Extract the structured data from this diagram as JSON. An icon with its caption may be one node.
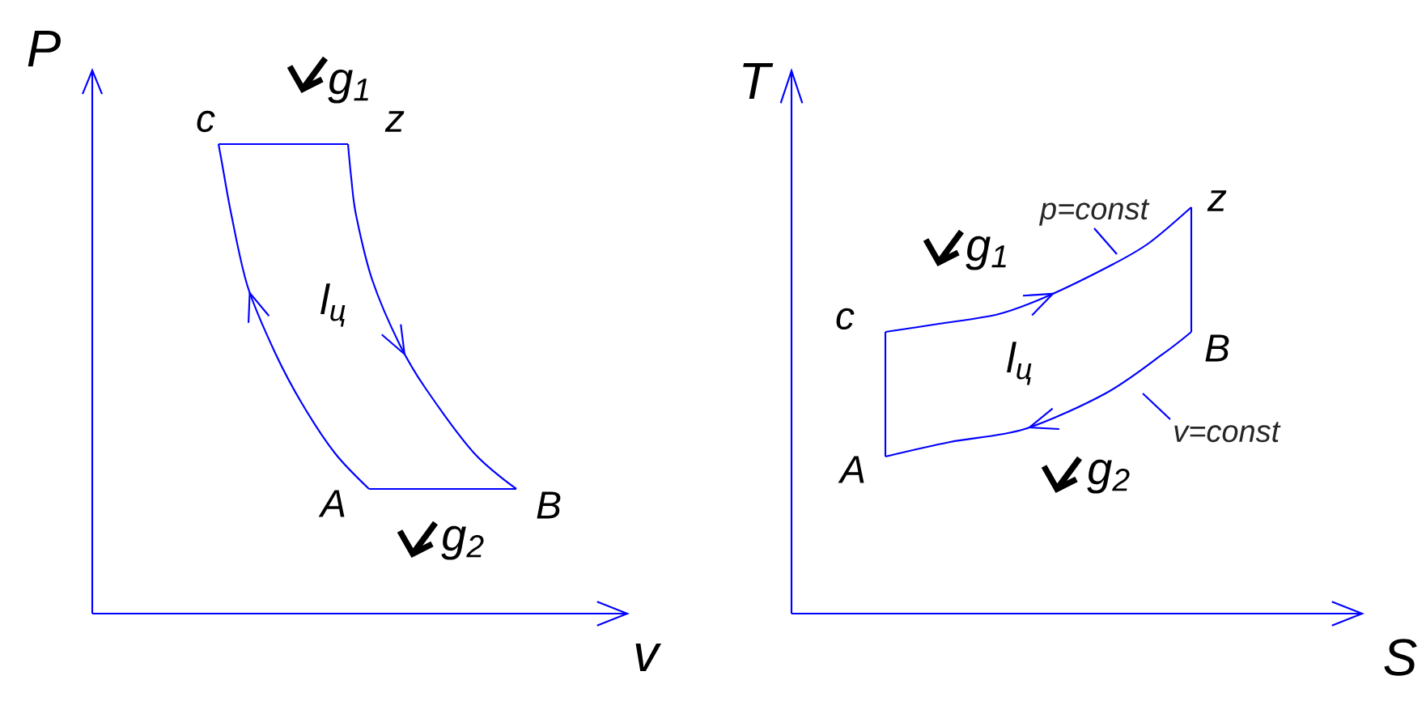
{
  "diagram": {
    "nodes": [
      {
        "text": [
          "p=const"
        ]
      },
      {
        "text": [
          "v=const"
        ]
      }
    ],
    "edges": [
      {
        "from": 0,
        "to": null,
        "arrow": "none"
      },
      {
        "from": 1,
        "to": null,
        "arrow": "none"
      }
    ],
    "labels": [
      "P",
      "g$_{1}$",
      "c",
      "z",
      "l$_{ц}$",
      "A",
      "B",
      "g$_{2}$",
      "v",
      "T",
      "z",
      "g$_{1}$",
      "c",
      "l$_{ц}$",
      "B",
      "A",
      "g$_{2}$",
      "S"
    ]
  }
}
